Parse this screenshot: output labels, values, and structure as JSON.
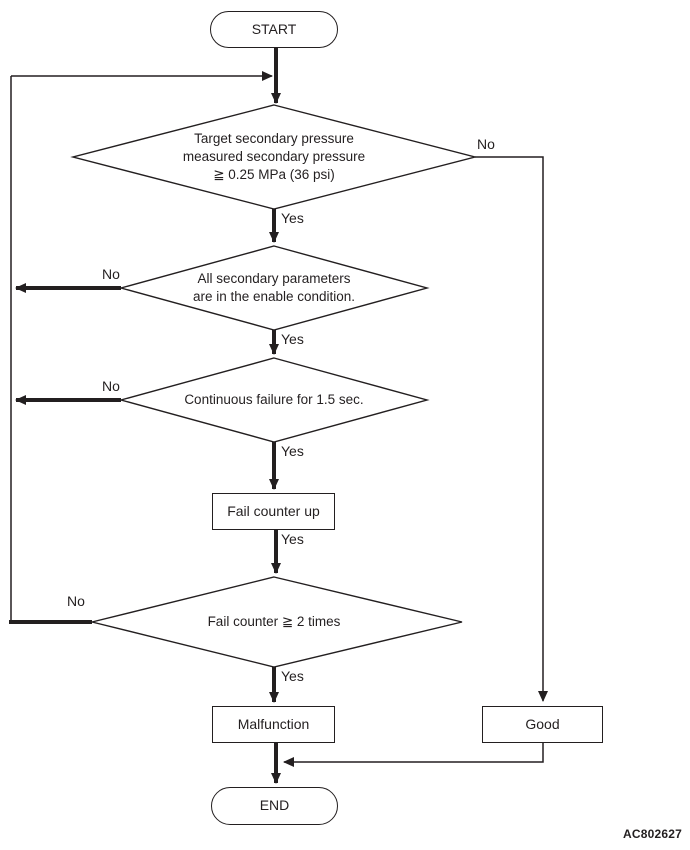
{
  "diagram": {
    "title_code": "AC802627",
    "line_color": "#231f20",
    "labels": {
      "yes": "Yes",
      "no": "No"
    },
    "nodes": {
      "start": "START",
      "decision_pressure": "Target secondary pressure\nmeasured secondary pressure\n≧ 0.25 MPa (36 psi)",
      "decision_parameters": "All secondary parameters\nare in the enable condition.",
      "decision_continuous": "Continuous failure for 1.5 sec.",
      "process_fail_counter": "Fail counter up",
      "decision_fail_count": "Fail counter ≧ 2 times",
      "process_malfunction": "Malfunction",
      "process_good": "Good",
      "end": "END"
    }
  }
}
